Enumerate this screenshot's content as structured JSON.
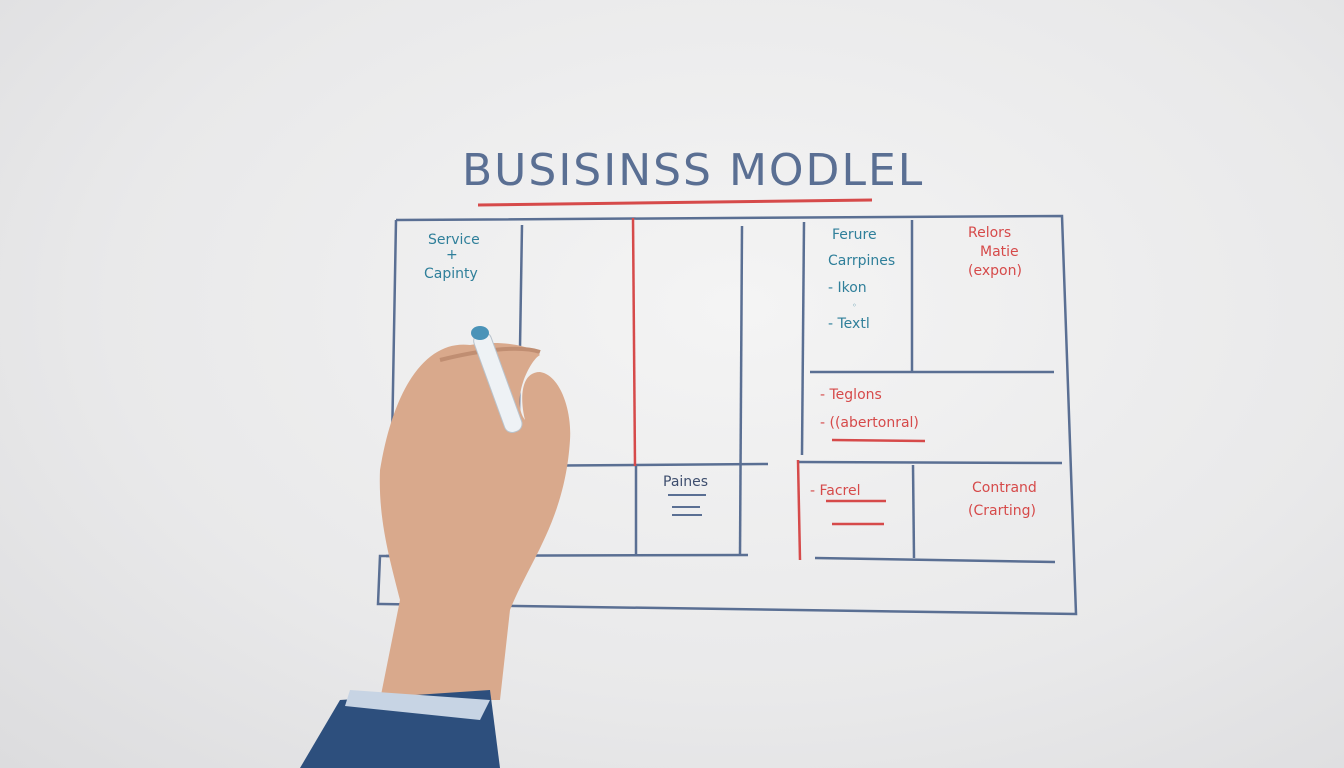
{
  "title": "BUSISINSS MODLEL",
  "cells": {
    "service": [
      "Service",
      "+",
      "Capinty"
    ],
    "feature": [
      "Ferure",
      "Carrpines",
      "- Ikon",
      "◦",
      "- Textl"
    ],
    "relors": [
      "Relors",
      "Matie",
      "(expon)"
    ],
    "teglons": [
      "- Teglons",
      "- ((abertonral)"
    ],
    "paines": "Paines",
    "facrel": "- Facrel",
    "contrand": [
      "Contrand",
      "(Crarting)"
    ]
  },
  "colors": {
    "board_lines": "#5a6f93",
    "red_marker": "#d64a4a",
    "teal_marker": "#2f7f9a"
  },
  "icons": [
    "hand-holding-marker-icon"
  ]
}
